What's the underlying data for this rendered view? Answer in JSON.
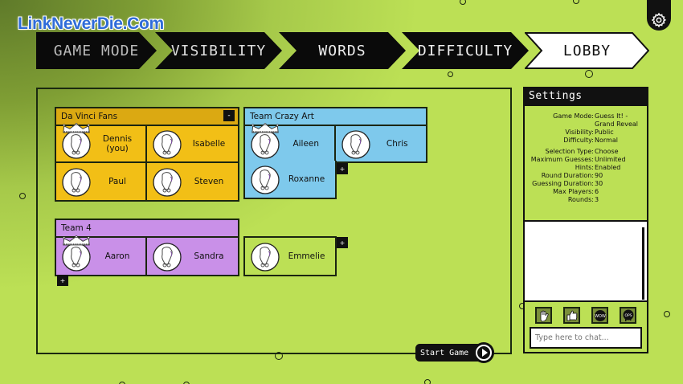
{
  "watermark": "LinkNeverDie.Com",
  "steps": [
    {
      "label": "Game Mode",
      "active": false
    },
    {
      "label": "Visibility",
      "active": false
    },
    {
      "label": "Words",
      "active": false
    },
    {
      "label": "Difficulty",
      "active": false
    },
    {
      "label": "Lobby",
      "active": true
    }
  ],
  "settings_icon": "gear-icon",
  "teams": [
    {
      "name": "Da Vinci Fans",
      "color": "#f2bf16",
      "collapse_label": "-",
      "players": [
        {
          "name": "Dennis (you)",
          "crown": true
        },
        {
          "name": "Isabelle",
          "crown": false
        },
        {
          "name": "Paul",
          "crown": false
        },
        {
          "name": "Steven",
          "crown": false
        }
      ]
    },
    {
      "name": "Team Crazy Art",
      "color": "#7ec9ec",
      "add_label": "+",
      "players": [
        {
          "name": "Aileen",
          "crown": true
        },
        {
          "name": "Chris",
          "crown": false
        },
        {
          "name": "Roxanne",
          "crown": false
        }
      ]
    },
    {
      "name": "Team 4",
      "color": "#c990e8",
      "add_label": "+",
      "players": [
        {
          "name": "Aaron",
          "crown": true
        },
        {
          "name": "Sandra",
          "crown": false
        }
      ]
    }
  ],
  "unassigned": {
    "players": [
      {
        "name": "Emmelie",
        "crown": false
      }
    ],
    "add_label": "+"
  },
  "start_button": "Start Game",
  "settings": {
    "title": "Settings",
    "rows": [
      {
        "key": "Game Mode:",
        "value": "Guess It! -",
        "value2": "Grand Reveal"
      },
      {
        "key": "Visibility:",
        "value": "Public"
      },
      {
        "key": "Difficulty:",
        "value": "Normal"
      },
      {
        "key": "Selection Type:",
        "value": "Choose"
      },
      {
        "key": "Maximum Guesses:",
        "value": "Unlimited"
      },
      {
        "key": "Hints:",
        "value": "Enabled"
      },
      {
        "key": "Round Duration:",
        "value": "90"
      },
      {
        "key": "Guessing Duration:",
        "value": "30"
      },
      {
        "key": "Max Players:",
        "value": "6"
      },
      {
        "key": "Rounds:",
        "value": "3"
      }
    ]
  },
  "chat": {
    "placeholder": "Type here to chat...",
    "emotes": [
      "wave-emote",
      "thumbs-up-emote",
      "wow-emote",
      "oops-emote"
    ]
  }
}
